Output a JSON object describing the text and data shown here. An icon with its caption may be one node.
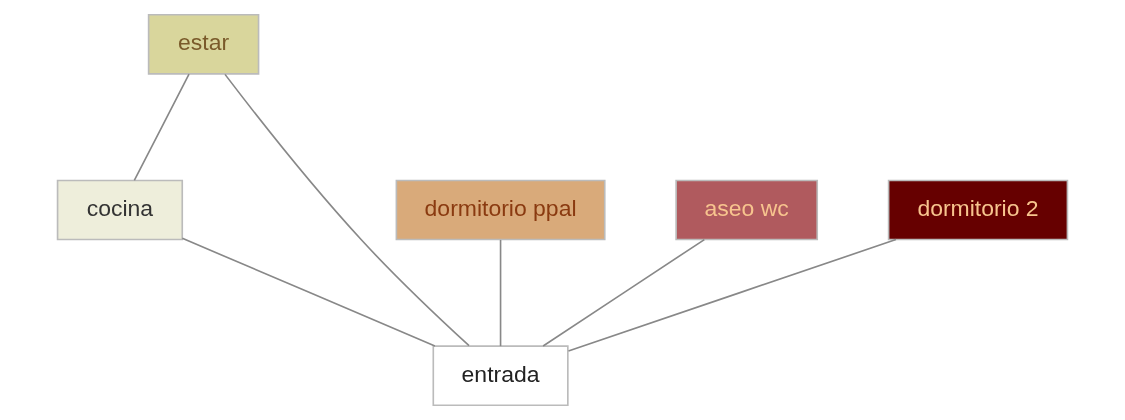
{
  "diagram": {
    "nodes": [
      {
        "text": [
          "estar"
        ]
      },
      {
        "text": [
          "cocina"
        ]
      },
      {
        "text": [
          "dormitorio ppal"
        ]
      },
      {
        "text": [
          "aseo wc"
        ]
      },
      {
        "text": [
          "dormitorio 2"
        ]
      },
      {
        "text": [
          "entrada"
        ]
      }
    ],
    "edges": [
      {
        "from": 0,
        "to": 1,
        "arrow": "none"
      },
      {
        "from": 0,
        "to": 5,
        "arrow": "none"
      },
      {
        "from": 1,
        "to": 5,
        "arrow": "none"
      },
      {
        "from": 2,
        "to": 5,
        "arrow": "none"
      },
      {
        "from": 3,
        "to": 5,
        "arrow": "none"
      },
      {
        "from": 4,
        "to": 5,
        "arrow": "none"
      }
    ]
  }
}
